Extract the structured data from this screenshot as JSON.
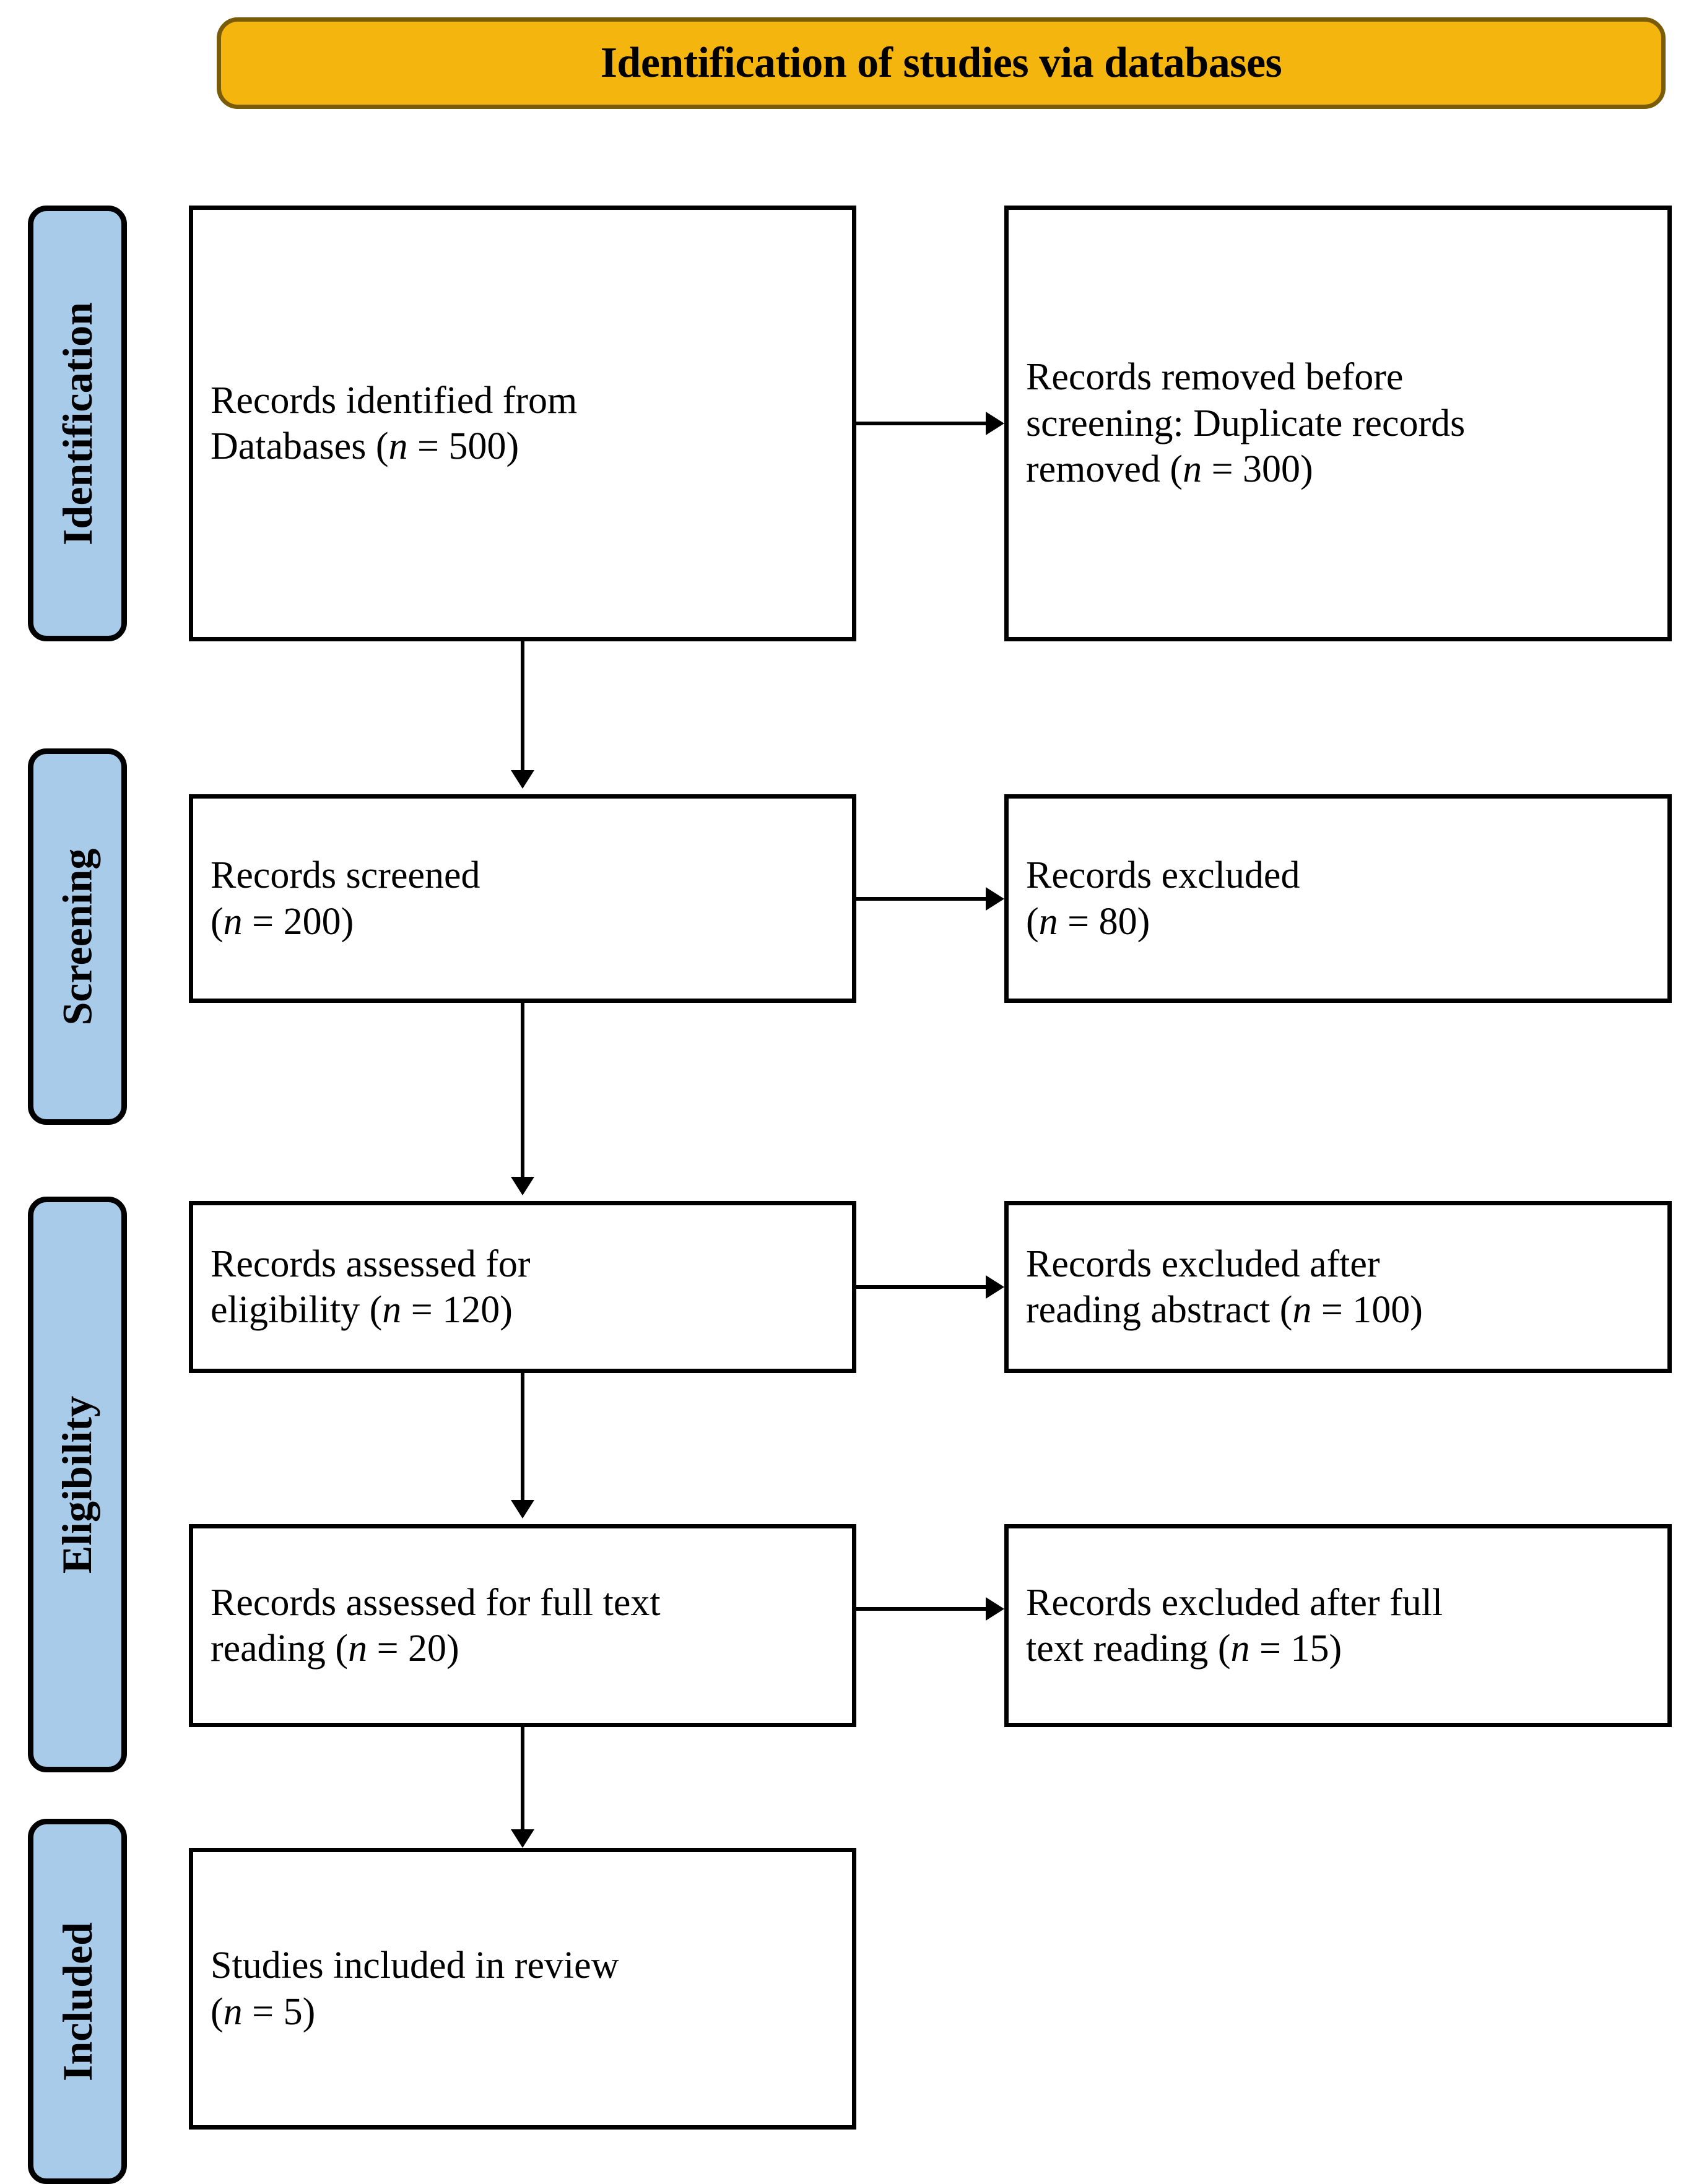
{
  "banner": {
    "title": "Identification of studies via databases",
    "fill_color": "#F5B50F",
    "border_color": "#7a5c08"
  },
  "phases": [
    {
      "label": "Identification",
      "fill_color": "#A9CBEA"
    },
    {
      "label": "Screening",
      "fill_color": "#A9CBEA"
    },
    {
      "label": "Eligibility",
      "fill_color": "#A9CBEA"
    },
    {
      "label": "Included",
      "fill_color": "#A9CBEA"
    }
  ],
  "nodes": {
    "identified": {
      "line1": "Records identified from",
      "line2_pre": "Databases (",
      "line2_n": "n",
      "line2_post": " = 500)"
    },
    "removed": {
      "line1": "Records removed before",
      "line2": "screening: Duplicate records",
      "line3_pre": "removed (",
      "line3_n": "n",
      "line3_post": " = 300)"
    },
    "screened": {
      "line1": "Records screened",
      "line2_pre": "(",
      "line2_n": "n",
      "line2_post": " = 200)"
    },
    "excluded_screen": {
      "line1": "Records excluded",
      "line2_pre": "(",
      "line2_n": "n",
      "line2_post": " = 80)"
    },
    "eligibility": {
      "line1": "Records assessed for",
      "line2_pre": "eligibility (",
      "line2_n": "n",
      "line2_post": " = 120)"
    },
    "excluded_abstract": {
      "line1": "Records excluded after",
      "line2_pre": "reading abstract (",
      "line2_n": "n",
      "line2_post": " = 100)"
    },
    "fulltext": {
      "line1": "Records assessed for full text",
      "line2_pre": "reading (",
      "line2_n": "n",
      "line2_post": " = 20)"
    },
    "excluded_fulltext": {
      "line1": "Records excluded after full",
      "line2_pre": "text reading (",
      "line2_n": "n",
      "line2_post": " = 15)"
    },
    "included": {
      "line1": "Studies included in review",
      "line2_pre": "(",
      "line2_n": "n",
      "line2_post": " = 5)"
    }
  },
  "chart_data": {
    "type": "diagram",
    "title": "Identification of studies via databases",
    "diagram_kind": "prisma-flow",
    "phases": [
      "Identification",
      "Screening",
      "Eligibility",
      "Included"
    ],
    "steps": [
      {
        "phase": "Identification",
        "label": "Records identified from Databases",
        "n": 500
      },
      {
        "phase": "Identification",
        "label": "Records removed before screening: Duplicate records removed",
        "n": 300,
        "kind": "excluded"
      },
      {
        "phase": "Screening",
        "label": "Records screened",
        "n": 200
      },
      {
        "phase": "Screening",
        "label": "Records excluded",
        "n": 80,
        "kind": "excluded"
      },
      {
        "phase": "Eligibility",
        "label": "Records assessed for eligibility",
        "n": 120
      },
      {
        "phase": "Eligibility",
        "label": "Records excluded after reading abstract",
        "n": 100,
        "kind": "excluded"
      },
      {
        "phase": "Eligibility",
        "label": "Records assessed for full text reading",
        "n": 20
      },
      {
        "phase": "Eligibility",
        "label": "Records excluded after full text reading",
        "n": 15,
        "kind": "excluded"
      },
      {
        "phase": "Included",
        "label": "Studies included in review",
        "n": 5
      }
    ]
  }
}
